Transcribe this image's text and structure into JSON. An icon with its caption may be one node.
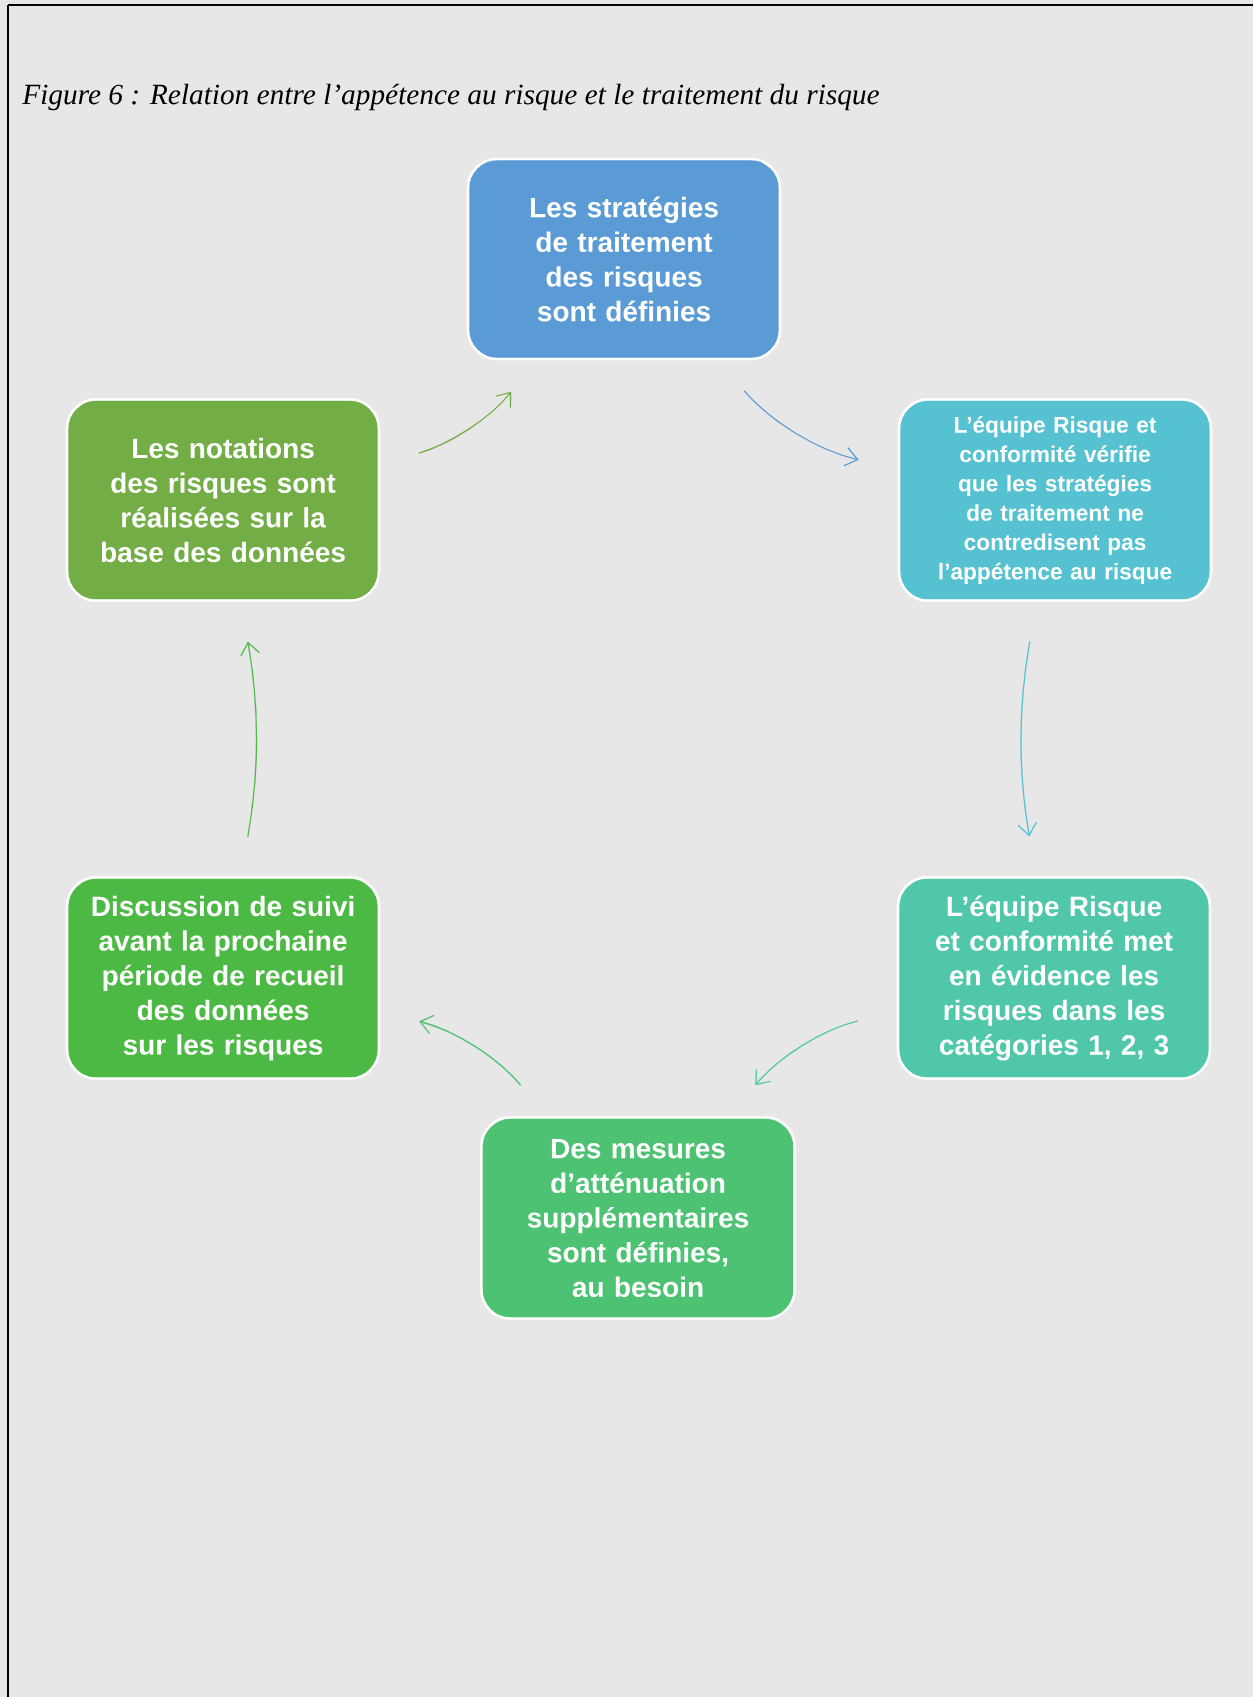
{
  "diagram": {
    "title": "Figure 6 : Relation entre l’appétence au risque et le traitement du risque",
    "nodes": [
      {
        "text": [
          "Les stratégies de traitement des risques sont définies"
        ]
      },
      {
        "text": [
          "L’équipe Risque et conformité vérifie que les stratégies de traitement ne contredisent pas l’appétence au risque"
        ]
      },
      {
        "text": [
          "L’équipe Risque et conformité met en évidence les risques dans les catégories 1, 2, 3"
        ]
      },
      {
        "text": [
          "Des mesures d’atténuation supplémentaires sont définies, au besoin"
        ]
      },
      {
        "text": [
          "Discussion de suivi avant la prochaine période de recueil des données sur les risques"
        ]
      },
      {
        "text": [
          "Les notations des risques sont réalisées sur la base des données"
        ]
      }
    ],
    "edges": [
      {
        "from": 0,
        "to": 1,
        "arrow": "to",
        "color": "#5b9bd5"
      },
      {
        "from": 1,
        "to": 2,
        "arrow": "to",
        "color": "#56c1d1"
      },
      {
        "from": 2,
        "to": 3,
        "arrow": "to",
        "color": "#4fc7a8"
      },
      {
        "from": 3,
        "to": 4,
        "arrow": "to",
        "color": "#4cc272"
      },
      {
        "from": 4,
        "to": 5,
        "arrow": "to",
        "color": "#4cb944"
      },
      {
        "from": 5,
        "to": 0,
        "arrow": "to",
        "color": "#72ad46"
      }
    ]
  }
}
